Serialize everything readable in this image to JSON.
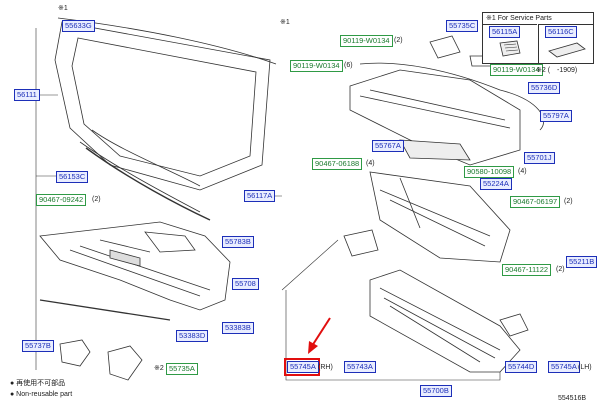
{
  "labels": {
    "p55633G": "55633G",
    "p56111": "56111",
    "p56153C": "56153C",
    "p56117A": "56117A",
    "p90467_09242": "90467-09242",
    "p55783B": "55783B",
    "p55708": "55708",
    "p53383D": "53383D",
    "p53383B": "53383B",
    "p55737B": "55737B",
    "p55735A": "55735A",
    "p90119_W0134a": "90119-W0134",
    "p90119_W0134b": "90119-W0134",
    "p90119_W0134c": "90119-W0134",
    "p55735C": "55735C",
    "p56115A": "56115A",
    "p56116C": "56116C",
    "p55736D": "55736D",
    "p55797A": "55797A",
    "p55767A": "55767A",
    "p55701J": "55701J",
    "p90467_06188": "90467-06188",
    "p90580_10098": "90580-10098",
    "p55224A": "55224A",
    "p90467_06197": "90467-06197",
    "p55211B": "55211B",
    "p90467_11122": "90467-11122",
    "p55745A_rh": "55745A",
    "p55743A": "55743A",
    "p55744D": "55744D",
    "p55745A_lh": "55745A",
    "p55700B": "55700B"
  },
  "text": {
    "mark1a": "※1",
    "mark1b": "※1",
    "mark2a": "※2",
    "for_service": "※1 For Service Parts",
    "mark2_note": "※2 (　-1909)",
    "rh": "(RH)",
    "lh": "(LH)",
    "qty4a": "(4)",
    "qty4b": "(4)",
    "qty2a": "(2)",
    "qty2b": "(2)",
    "qty2c": "(2)",
    "qty6": "(6)",
    "qty2d": "(2)",
    "legend_jp": "● 再使用不可部品",
    "legend_en": "● Non-reusable part",
    "diagram_id": "554516B"
  }
}
